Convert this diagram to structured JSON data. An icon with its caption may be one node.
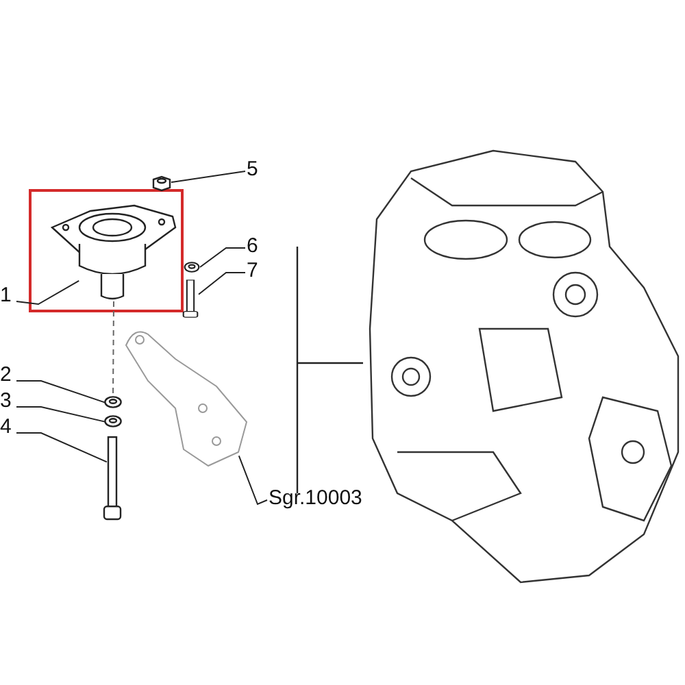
{
  "diagram": {
    "nodes": [
      {
        "text": [
          "5"
        ]
      },
      {
        "text": [
          "6"
        ]
      },
      {
        "text": [
          "7"
        ]
      },
      {
        "text": [
          "1"
        ]
      },
      {
        "text": [
          "2"
        ]
      },
      {
        "text": [
          "3"
        ]
      },
      {
        "text": [
          "4"
        ]
      },
      {
        "text": [
          "Sgr.10003"
        ]
      },
      {
        "text": [],
        "shape": "picture"
      },
      {
        "text": [],
        "shape": "picture"
      },
      {
        "text": [],
        "shape": "picture"
      },
      {
        "text": [],
        "shape": "picture"
      },
      {
        "text": [],
        "shape": "picture"
      },
      {
        "text": [],
        "shape": "picture"
      },
      {
        "text": [],
        "shape": "picture"
      },
      {
        "text": [],
        "shape": "picture"
      }
    ],
    "edges": [
      {
        "from": 0,
        "to": 9,
        "arrow": "none"
      },
      {
        "from": 1,
        "to": 10,
        "arrow": "none"
      },
      {
        "from": 2,
        "to": 11,
        "arrow": "none"
      },
      {
        "from": 3,
        "to": 8,
        "arrow": "none"
      },
      {
        "from": 4,
        "to": 12,
        "arrow": "none"
      },
      {
        "from": 5,
        "to": 13,
        "arrow": "none"
      },
      {
        "from": 6,
        "to": 14,
        "arrow": "none"
      },
      {
        "from": 7,
        "to": 15,
        "arrow": "none"
      },
      {
        "from": 8,
        "to": 12,
        "arrow": "none",
        "style": "dashed",
        "color": "#666666"
      }
    ]
  }
}
